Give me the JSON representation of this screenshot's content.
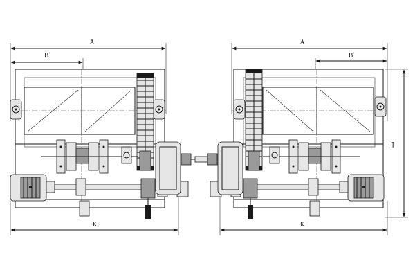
{
  "diagram": {
    "left_unit": {
      "dim_top_overall": "A",
      "dim_top_partial": "B",
      "dim_bottom_overall": "K"
    },
    "right_unit": {
      "dim_top_overall": "A",
      "dim_top_partial": "B",
      "dim_bottom_overall": "K",
      "dim_vertical": "J"
    }
  }
}
